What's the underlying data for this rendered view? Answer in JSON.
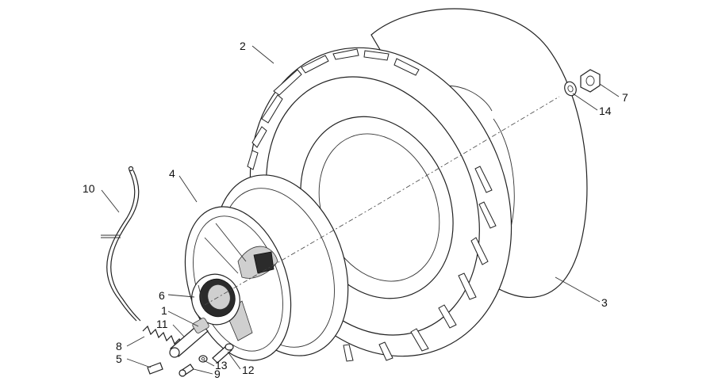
{
  "callouts": [
    {
      "id": "c1",
      "text": "1"
    },
    {
      "id": "c2",
      "text": "2"
    },
    {
      "id": "c3",
      "text": "3"
    },
    {
      "id": "c4",
      "text": "4"
    },
    {
      "id": "c5",
      "text": "5"
    },
    {
      "id": "c6",
      "text": "6"
    },
    {
      "id": "c7",
      "text": "7"
    },
    {
      "id": "c8",
      "text": "8"
    },
    {
      "id": "c9",
      "text": "9"
    },
    {
      "id": "c10",
      "text": "10"
    },
    {
      "id": "c11",
      "text": "11"
    },
    {
      "id": "c12",
      "text": "12"
    },
    {
      "id": "c13",
      "text": "13"
    },
    {
      "id": "c14",
      "text": "14"
    }
  ],
  "colors": {
    "line": "#222222",
    "background": "#ffffff"
  }
}
